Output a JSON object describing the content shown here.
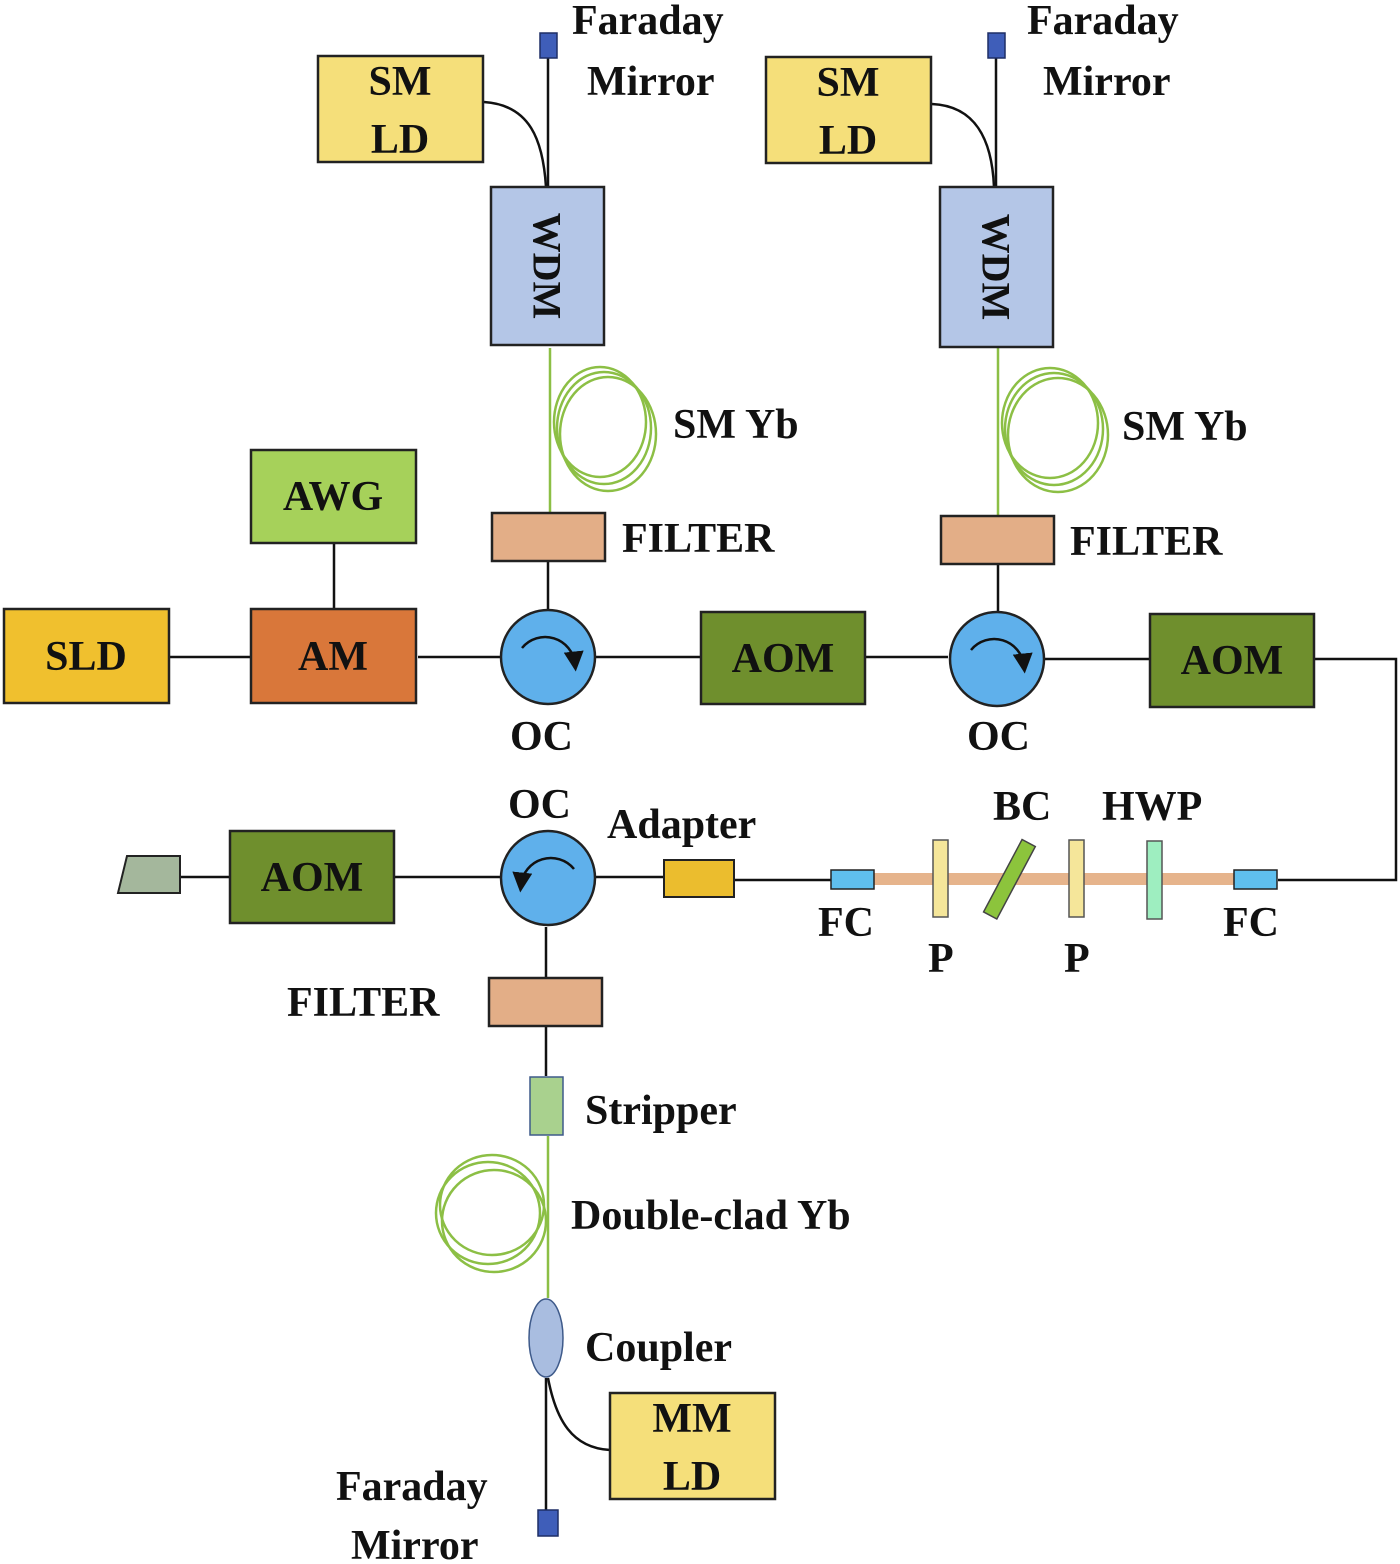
{
  "labels": {
    "faraday_top1": "Faraday",
    "faraday_top1_b": "Mirror",
    "faraday_top2": "Faraday",
    "faraday_top2_b": "Mirror",
    "faraday_bottom": "Faraday",
    "faraday_bottom_b": "Mirror",
    "sm_ld1_a": "SM",
    "sm_ld1_b": "LD",
    "sm_ld2_a": "SM",
    "sm_ld2_b": "LD",
    "wdm1": "WDM",
    "wdm2": "WDM",
    "sm_yb1": "SM Yb",
    "sm_yb2": "SM Yb",
    "filter1": "FILTER",
    "filter2": "FILTER",
    "filter3": "FILTER",
    "awg": "AWG",
    "sld": "SLD",
    "am": "AM",
    "aom1": "AOM",
    "aom2": "AOM",
    "aom3": "AOM",
    "oc1": "OC",
    "oc2": "OC",
    "oc3": "OC",
    "adapter": "Adapter",
    "bc": "BC",
    "hwp": "HWP",
    "fc_left": "FC",
    "fc_right": "FC",
    "p1": "P",
    "p2": "P",
    "stripper": "Stripper",
    "double_clad": "Double-clad Yb",
    "coupler": "Coupler",
    "mm_ld_a": "MM",
    "mm_ld_b": "LD"
  },
  "colors": {
    "sm_ld": "#f5df7a",
    "wdm": "#b4c6e7",
    "filter": "#e3ae87",
    "awg": "#a6d15a",
    "sld": "#f0c02e",
    "am": "#d9773a",
    "aom": "#6f8f2d",
    "oc": "#5fb0eb",
    "adapter": "#ebbd2e",
    "fc": "#5fbfee",
    "polarizer": "#f5e69a",
    "bc": "#8cc43c",
    "hwp": "#9eeec0",
    "beam": "#e6b48c",
    "stripper": "#a9d18e",
    "coupler": "#a9bde0",
    "mm_ld": "#f5df7a",
    "faraday": "#3f5eb9",
    "terminator": "#a4b79c",
    "fiber_green": "#8cbf45"
  }
}
